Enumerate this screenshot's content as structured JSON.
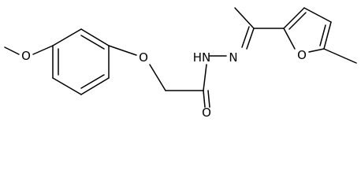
{
  "molecule": {
    "atom_labels": {
      "methoxy_oxygen": "O",
      "ether_oxygen": "O",
      "nh": "HN",
      "hydrazone_n": "N",
      "furan_oxygen": "O",
      "carbonyl_oxygen": "O"
    },
    "colors": {
      "bond": "#000000",
      "label": "#000000",
      "background": "#ffffff"
    }
  }
}
